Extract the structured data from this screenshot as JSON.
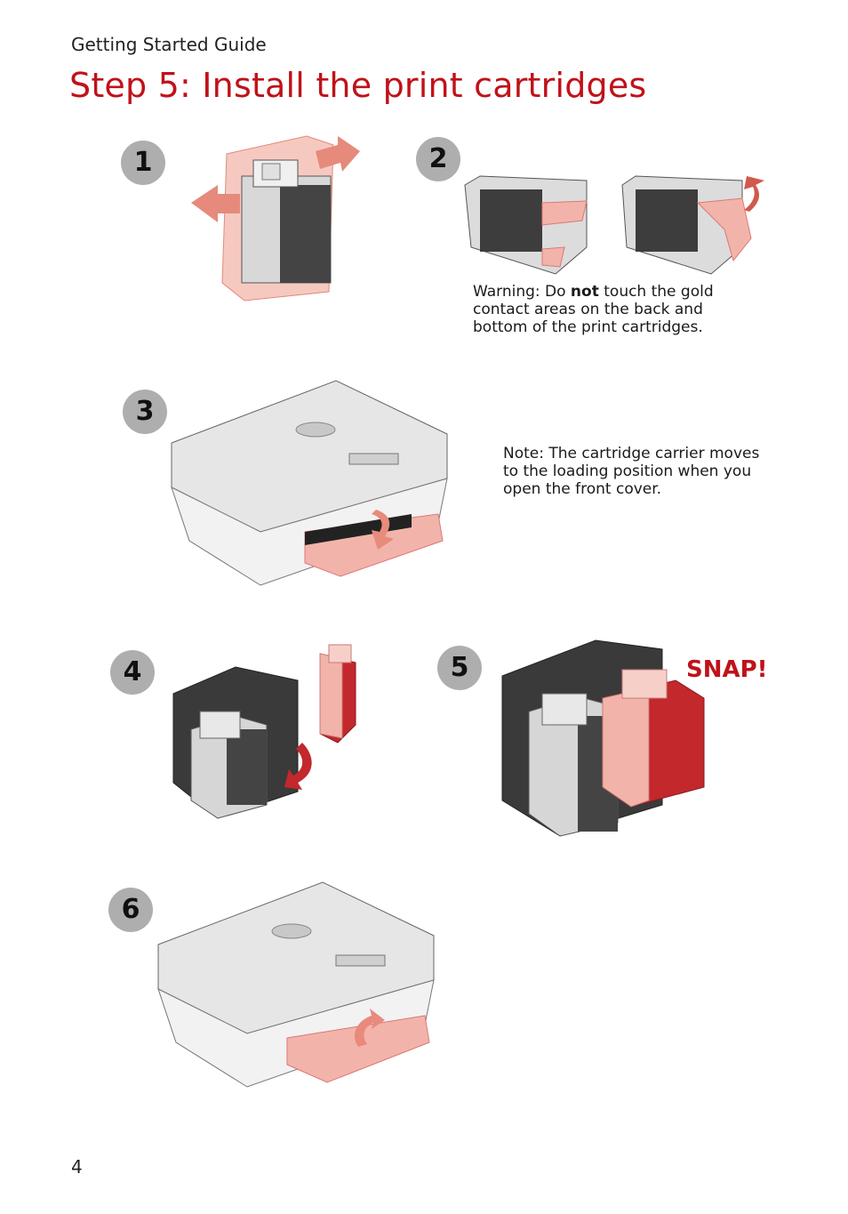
{
  "page": {
    "header": "Getting Started Guide",
    "title": "Step 5: Install the print cartridges",
    "page_number": "4"
  },
  "steps": [
    {
      "number": "1"
    },
    {
      "number": "2",
      "caption_before": "Warning: Do ",
      "caption_bold": "not",
      "caption_after": " touch the gold contact areas on the back and bottom of the print cartridges."
    },
    {
      "number": "3",
      "caption": "Note: The cartridge carrier moves to the loading position when you open the front cover."
    },
    {
      "number": "4"
    },
    {
      "number": "5",
      "callout": "SNAP!"
    },
    {
      "number": "6"
    }
  ],
  "colors": {
    "accent": "#c0121a",
    "badge": "#aeaeae",
    "pink": "#f2b4aa",
    "red": "#b8262a",
    "grey": "#d9d9d9",
    "dark": "#444444"
  }
}
